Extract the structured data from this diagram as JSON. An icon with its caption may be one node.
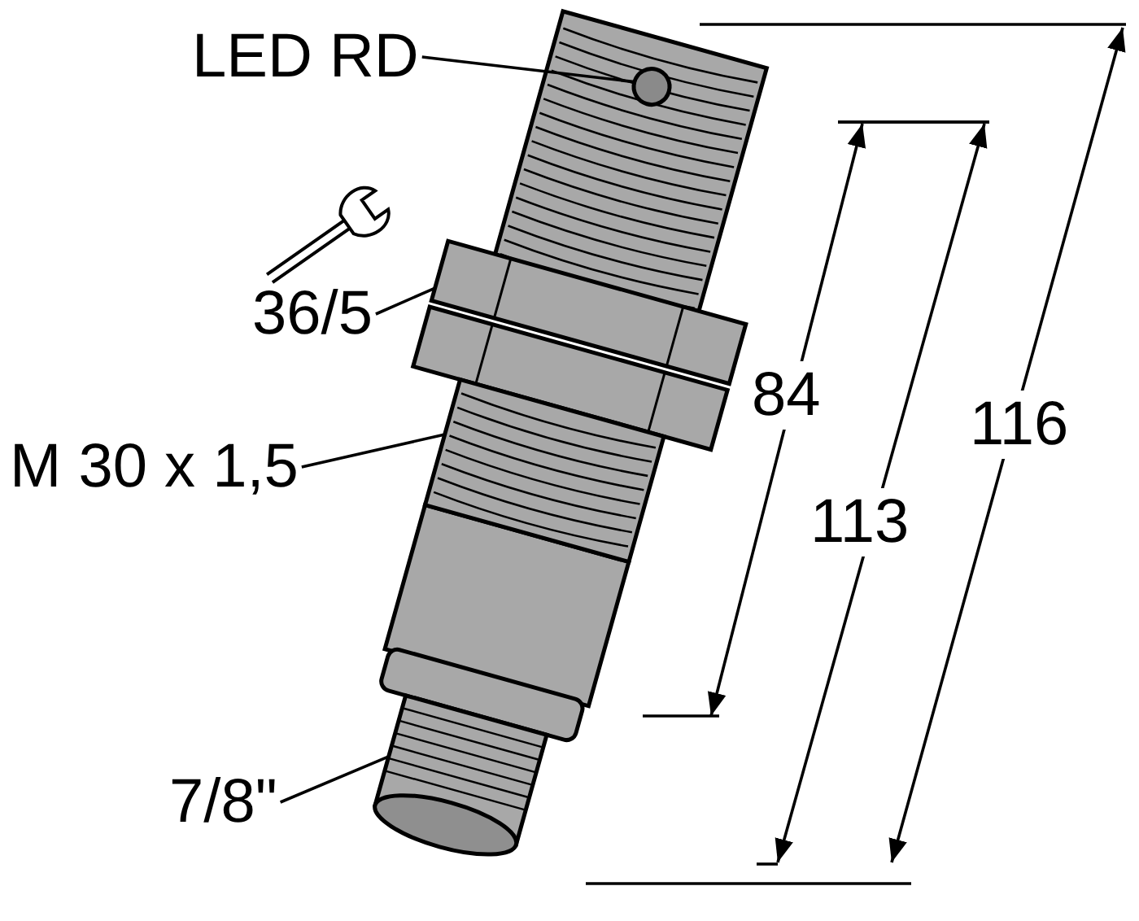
{
  "diagram": {
    "nodes": [
      {
        "text": [
          "LED RD"
        ]
      },
      {
        "text": [],
        "shape": "circle"
      },
      {
        "text": [
          "36/5"
        ]
      },
      {
        "text": [],
        "shape": "picture"
      },
      {
        "text": [
          "M 30 x 1,5"
        ]
      },
      {
        "text": [],
        "shape": "picture"
      },
      {
        "text": [
          "7/8\""
        ]
      },
      {
        "text": [],
        "shape": "picture"
      }
    ],
    "edges": [
      {
        "from": 0,
        "to": 1,
        "arrow": "none"
      },
      {
        "from": 2,
        "to": 3,
        "arrow": "none"
      },
      {
        "from": 4,
        "to": 5,
        "arrow": "none"
      },
      {
        "from": 6,
        "to": 7,
        "arrow": "none"
      }
    ],
    "labels": [
      "84",
      "113",
      "116"
    ]
  }
}
